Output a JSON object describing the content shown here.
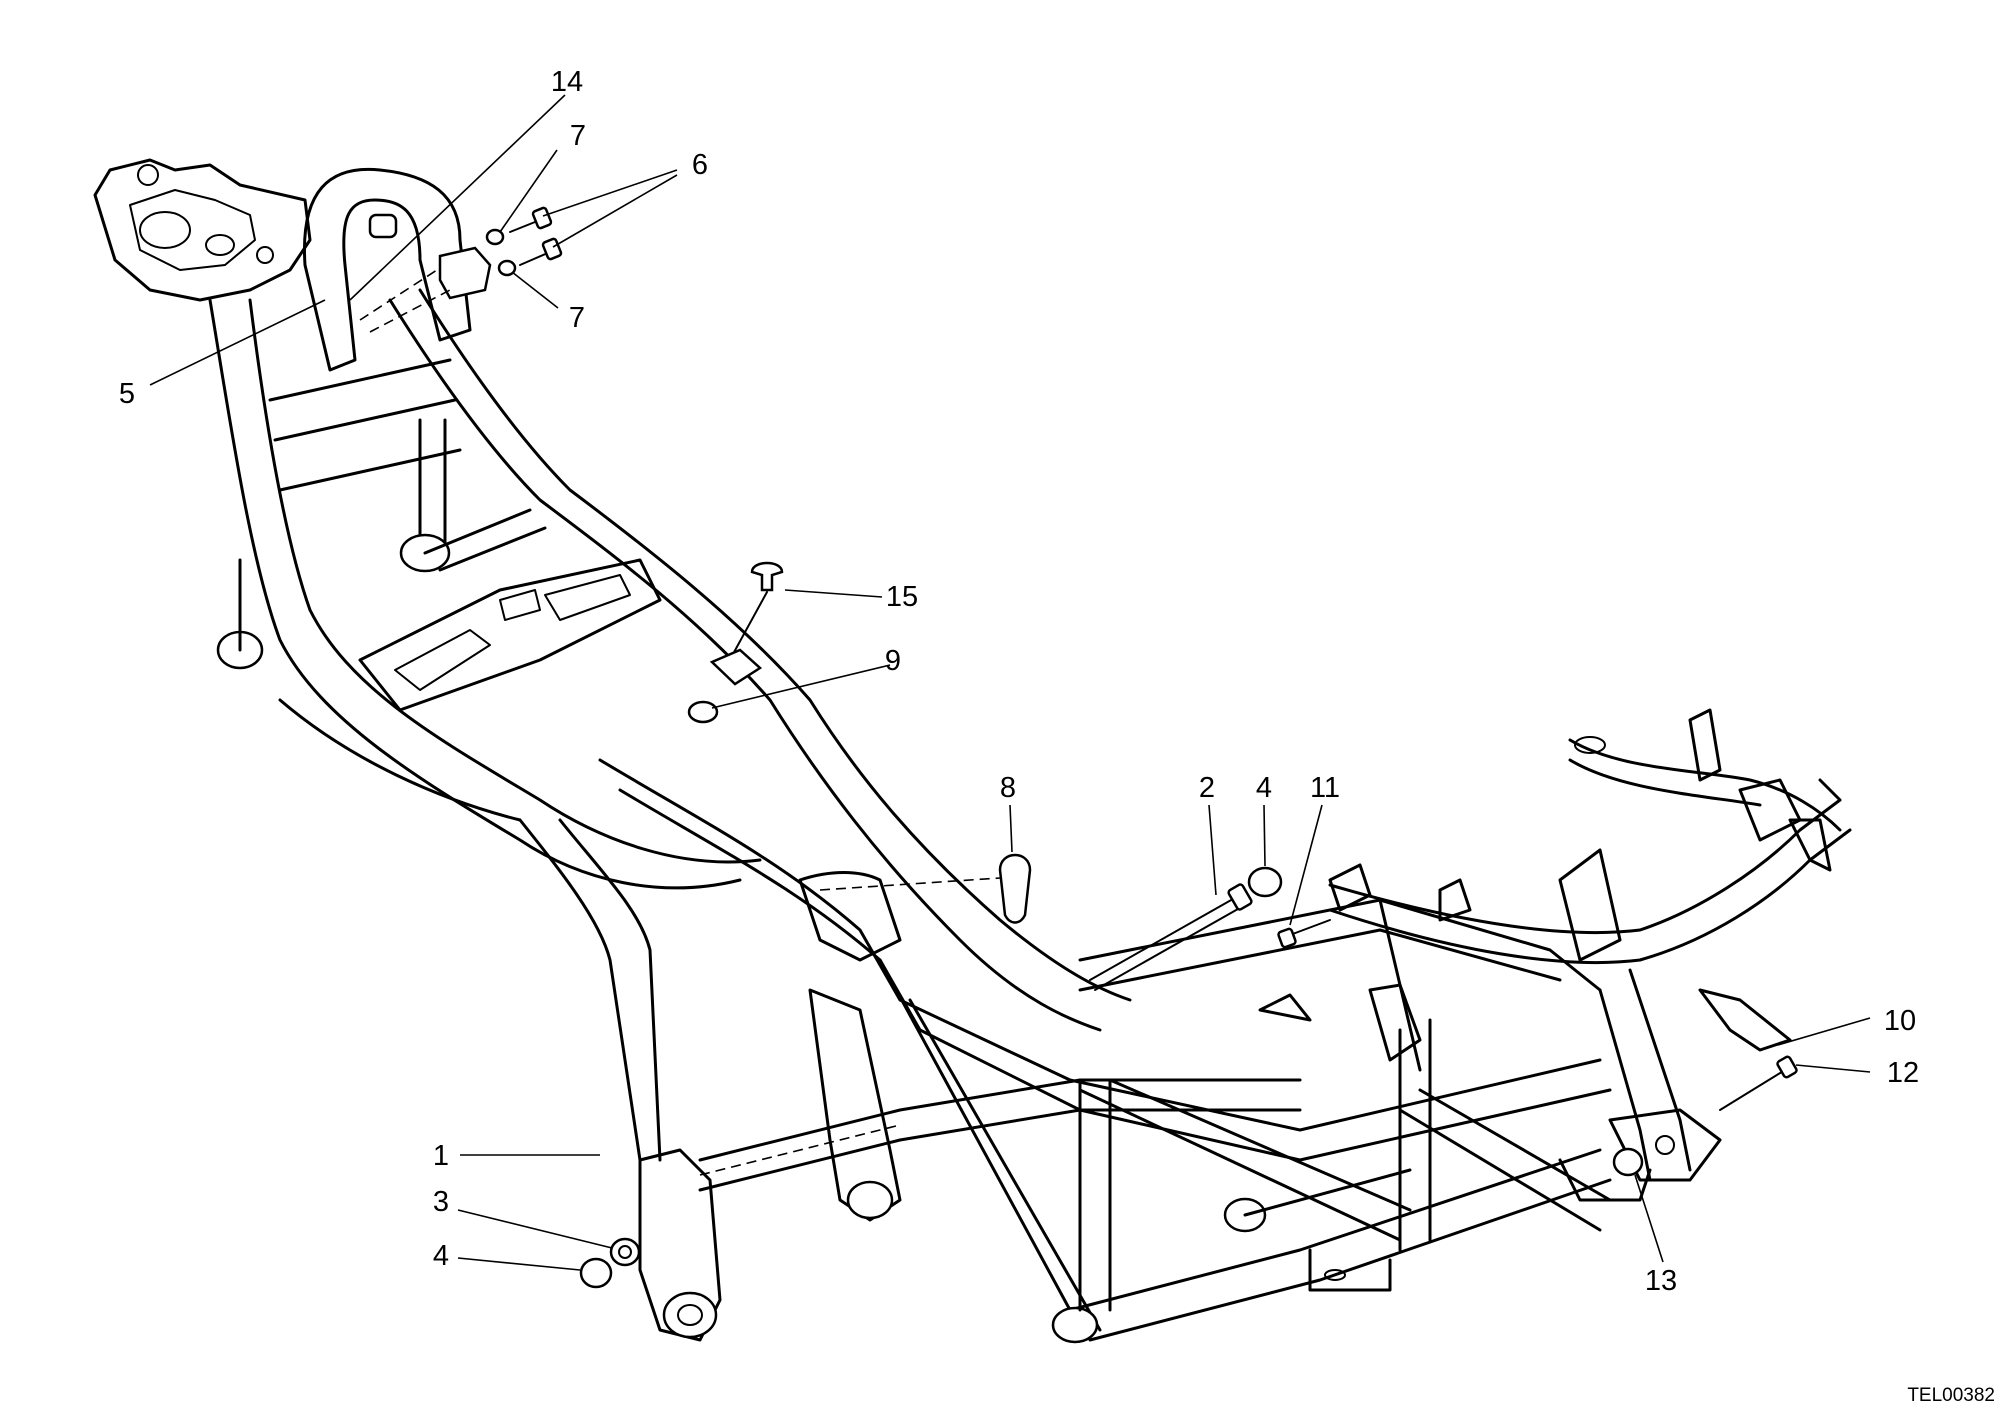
{
  "callouts": [
    {
      "id": "1",
      "label": "1"
    },
    {
      "id": "2",
      "label": "2"
    },
    {
      "id": "3",
      "label": "3"
    },
    {
      "id": "4a",
      "label": "4"
    },
    {
      "id": "4b",
      "label": "4"
    },
    {
      "id": "5",
      "label": "5"
    },
    {
      "id": "6",
      "label": "6"
    },
    {
      "id": "7a",
      "label": "7"
    },
    {
      "id": "7b",
      "label": "7"
    },
    {
      "id": "8",
      "label": "8"
    },
    {
      "id": "9",
      "label": "9"
    },
    {
      "id": "10",
      "label": "10"
    },
    {
      "id": "11",
      "label": "11"
    },
    {
      "id": "12",
      "label": "12"
    },
    {
      "id": "13",
      "label": "13"
    },
    {
      "id": "14",
      "label": "14"
    },
    {
      "id": "15",
      "label": "15"
    }
  ],
  "drawing_code": "TEL00382"
}
